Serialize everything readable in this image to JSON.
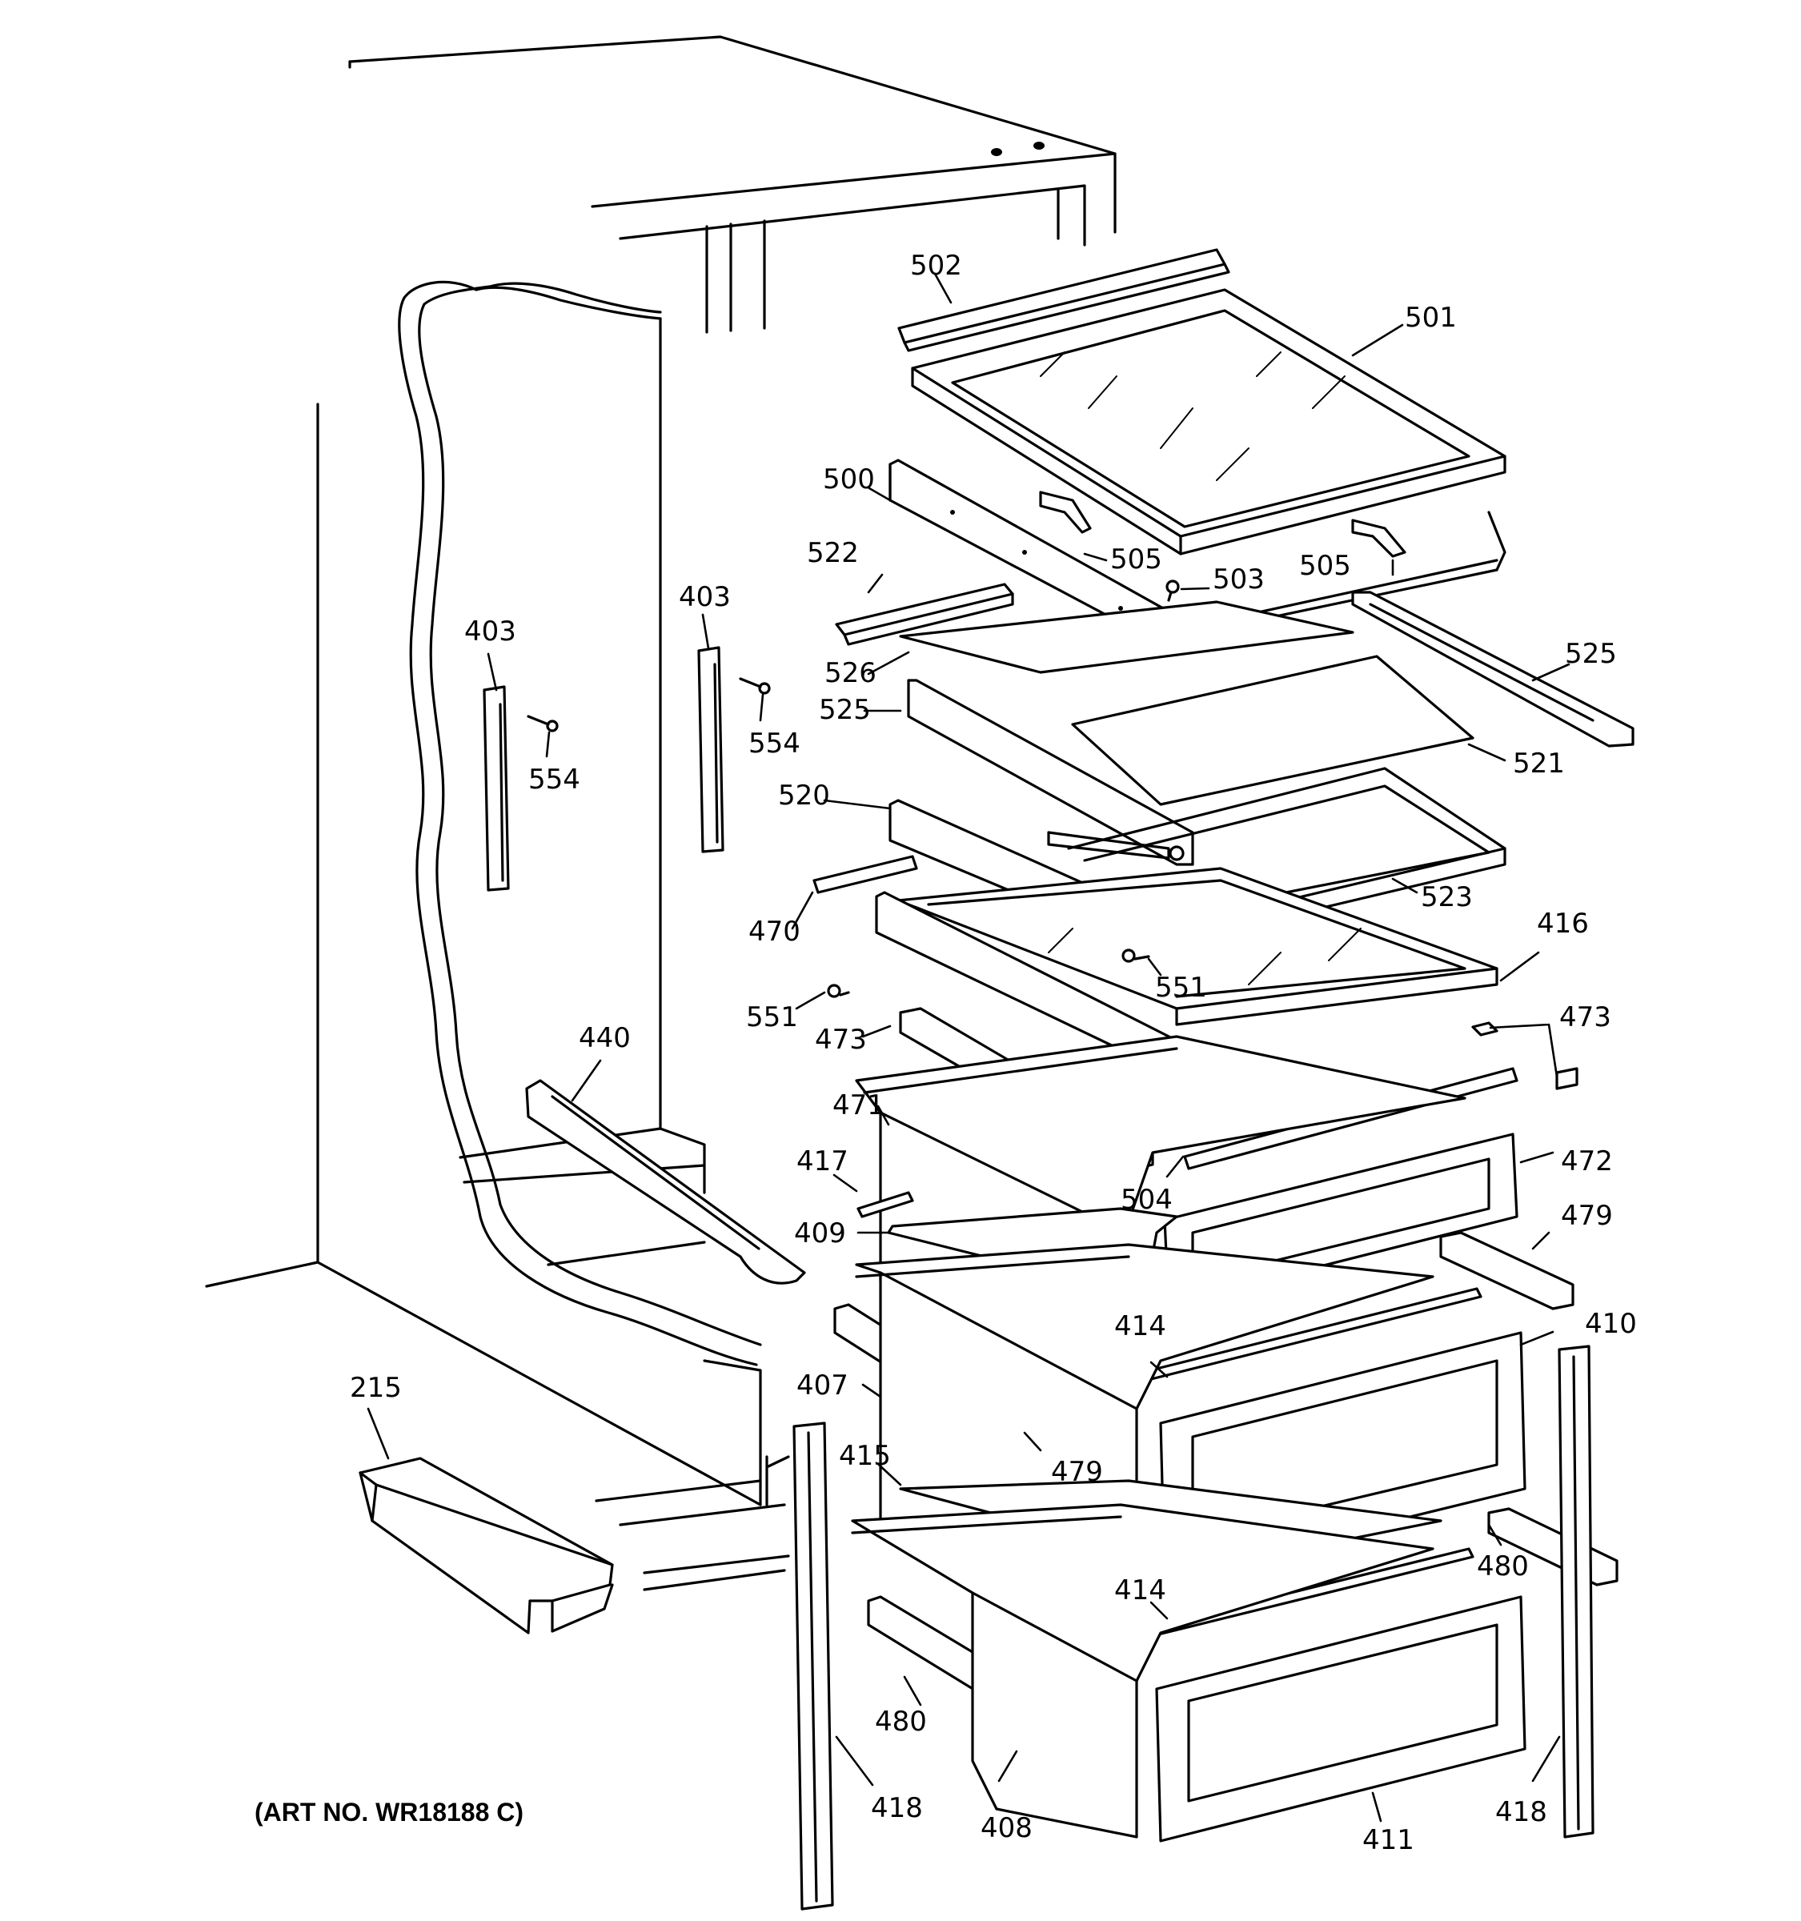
{
  "art_number": "(ART NO. WR18188 C)",
  "labels": {
    "p502": "502",
    "p501": "501",
    "p500": "500",
    "p505a": "505",
    "p505b": "505",
    "p522": "522",
    "p503": "503",
    "p525a": "525",
    "p525b": "525",
    "p526": "526",
    "p521": "521",
    "p520": "520",
    "p523": "523",
    "p416": "416",
    "p470": "470",
    "p551a": "551",
    "p551b": "551",
    "p473a": "473",
    "p473b": "473",
    "p471": "471",
    "p504": "504",
    "p472": "472",
    "p417": "417",
    "p409": "409",
    "p479a": "479",
    "p479b": "479",
    "p414a": "414",
    "p414b": "414",
    "p410": "410",
    "p407": "407",
    "p415": "415",
    "p480a": "480",
    "p480b": "480",
    "p418a": "418",
    "p418b": "418",
    "p408": "408",
    "p411": "411",
    "p403a": "403",
    "p403b": "403",
    "p554a": "554",
    "p554b": "554",
    "p440": "440",
    "p215": "215"
  }
}
